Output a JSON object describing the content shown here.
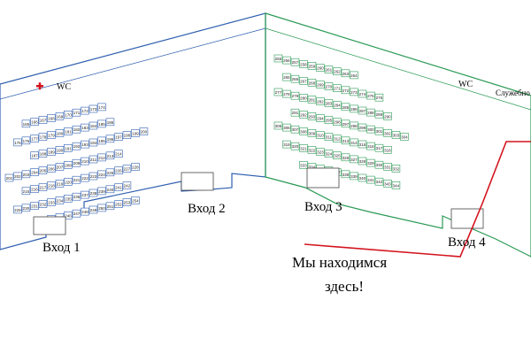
{
  "map": {
    "entrances": [
      "Вход 1",
      "Вход 2",
      "Вход 3",
      "Вход 4"
    ],
    "you_are_here": [
      "Мы находимся",
      "здесь!"
    ],
    "wc_left": "WC",
    "wc_right": "WC",
    "service_room": "Служебно",
    "left_stalls": [
      "165",
      "166",
      "167",
      "168",
      "169",
      "170",
      "171",
      "172",
      "173",
      "174",
      "175",
      "176",
      "177",
      "178",
      "179",
      "180",
      "181",
      "182",
      "183",
      "184",
      "185",
      "186",
      "187",
      "188",
      "189",
      "190",
      "191",
      "192",
      "193",
      "194",
      "195",
      "196",
      "197",
      "198",
      "199",
      "200",
      "201",
      "202",
      "203",
      "204",
      "205",
      "206",
      "207",
      "208",
      "209",
      "210",
      "211",
      "212",
      "213",
      "214",
      "215",
      "216",
      "217",
      "218",
      "219",
      "220",
      "221",
      "222",
      "223",
      "224",
      "225",
      "226",
      "227",
      "228",
      "229",
      "230",
      "231",
      "232",
      "233",
      "234",
      "235",
      "236",
      "237",
      "238",
      "239",
      "240",
      "241",
      "242",
      "243",
      "244",
      "245",
      "246",
      "247",
      "248",
      "249",
      "250",
      "251",
      "252",
      "253",
      "254"
    ],
    "right_stalls": [
      "255",
      "256",
      "257",
      "258",
      "259",
      "260",
      "261",
      "262",
      "263",
      "264",
      "265",
      "266",
      "267",
      "268",
      "269",
      "270",
      "271",
      "272",
      "273",
      "274",
      "275",
      "276",
      "277",
      "278",
      "279",
      "280",
      "281",
      "282",
      "283",
      "284",
      "285",
      "286",
      "287",
      "288",
      "289",
      "290",
      "291",
      "292",
      "293",
      "294",
      "295",
      "296",
      "297",
      "298",
      "299",
      "300",
      "301",
      "302",
      "303",
      "304",
      "305",
      "306",
      "307",
      "308",
      "309",
      "310",
      "311",
      "312",
      "313",
      "314",
      "315",
      "316",
      "317",
      "318",
      "319",
      "320",
      "321",
      "322",
      "323",
      "324",
      "325",
      "326",
      "327",
      "328",
      "329",
      "330",
      "331",
      "332",
      "333",
      "334",
      "335",
      "336",
      "337",
      "338",
      "339",
      "340",
      "341",
      "342",
      "343",
      "344"
    ],
    "colors": {
      "left_wing": "#2f5fb0",
      "right_wing": "#2b9a55",
      "route": "#d4141e",
      "stall_text": "#222222"
    }
  }
}
